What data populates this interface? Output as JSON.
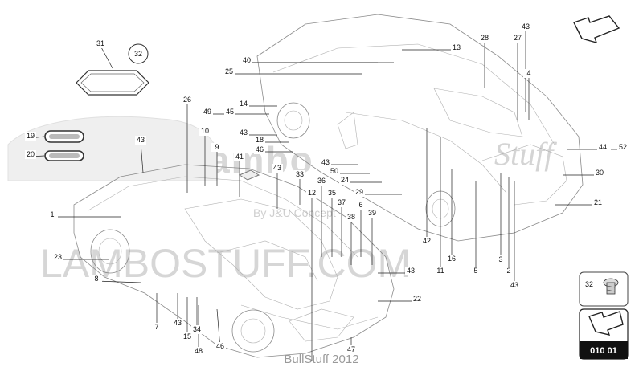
{
  "watermark": {
    "brand_top": "Lambo",
    "brand_script": "Stuff",
    "subline": "By J&U Concept",
    "domain": "LAMBOSTUFF.COM"
  },
  "footer": {
    "copyright": "BullStuff 2012"
  },
  "nav_box": {
    "page_code": "010 01"
  },
  "inset_box": {
    "part_number": "32"
  },
  "badge_label": "32",
  "colors": {
    "line": "#222222",
    "car_outline": "#8a8a8a",
    "watermark": "#d6d6d6"
  },
  "icons": {
    "nav_arrow_top": "arrow-icon",
    "nav_arrow_bottom": "arrow-icon",
    "screw": "screw-icon"
  },
  "callouts": [
    {
      "label": "31"
    },
    {
      "label": "19"
    },
    {
      "label": "20"
    },
    {
      "label": "43"
    },
    {
      "label": "1"
    },
    {
      "label": "23"
    },
    {
      "label": "8"
    },
    {
      "label": "7"
    },
    {
      "label": "43"
    },
    {
      "label": "15"
    },
    {
      "label": "34"
    },
    {
      "label": "48"
    },
    {
      "label": "46"
    },
    {
      "label": "26"
    },
    {
      "label": "10"
    },
    {
      "label": "9"
    },
    {
      "label": "41"
    },
    {
      "label": "49"
    },
    {
      "label": "45"
    },
    {
      "label": "14"
    },
    {
      "label": "43"
    },
    {
      "label": "18"
    },
    {
      "label": "46"
    },
    {
      "label": "43"
    },
    {
      "label": "33"
    },
    {
      "label": "12"
    },
    {
      "label": "36"
    },
    {
      "label": "35"
    },
    {
      "label": "37"
    },
    {
      "label": "38"
    },
    {
      "label": "6"
    },
    {
      "label": "39"
    },
    {
      "label": "43"
    },
    {
      "label": "50"
    },
    {
      "label": "24"
    },
    {
      "label": "29"
    },
    {
      "label": "40"
    },
    {
      "label": "25"
    },
    {
      "label": "13"
    },
    {
      "label": "28"
    },
    {
      "label": "43"
    },
    {
      "label": "27"
    },
    {
      "label": "4"
    },
    {
      "label": "44"
    },
    {
      "label": "52"
    },
    {
      "label": "30"
    },
    {
      "label": "21"
    },
    {
      "label": "42"
    },
    {
      "label": "11"
    },
    {
      "label": "16"
    },
    {
      "label": "5"
    },
    {
      "label": "3"
    },
    {
      "label": "2"
    },
    {
      "label": "43"
    },
    {
      "label": "43"
    },
    {
      "label": "22"
    },
    {
      "label": "47"
    },
    {
      "label": "40"
    }
  ]
}
